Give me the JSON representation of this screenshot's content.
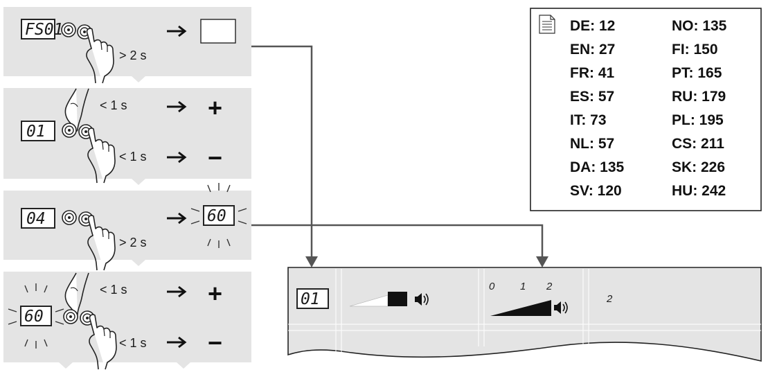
{
  "steps": [
    {
      "display": "FS01",
      "duration": "> 2 s"
    },
    {
      "display": "01",
      "duration_top": "< 1 s",
      "duration_bottom": "< 1 s",
      "plus": "+",
      "minus": "−"
    },
    {
      "display": "04",
      "duration": "> 2 s",
      "result": "60"
    },
    {
      "display": "60",
      "duration_top": "< 1 s",
      "duration_bottom": "< 1 s",
      "plus": "+",
      "minus": "−"
    }
  ],
  "languages": {
    "left": [
      "DE: 12",
      "EN: 27",
      "FR: 41",
      "ES: 57",
      "IT: 73",
      "NL: 57",
      "DA: 135",
      "SV: 120"
    ],
    "right": [
      "NO: 135",
      "FI: 150",
      "PT: 165",
      "RU: 179",
      "PL: 195",
      "CS: 211",
      "SK: 226",
      "HU: 242"
    ]
  },
  "table": {
    "code": "01",
    "scale_labels": [
      "0",
      "1",
      "2"
    ],
    "value": "2"
  },
  "icons": [
    "document-icon",
    "speaker-icon",
    "hand-press-icon",
    "button-icon",
    "arrow-icon"
  ],
  "colors": {
    "panel": "#e4e4e4",
    "line": "#555555",
    "ink": "#111111"
  }
}
